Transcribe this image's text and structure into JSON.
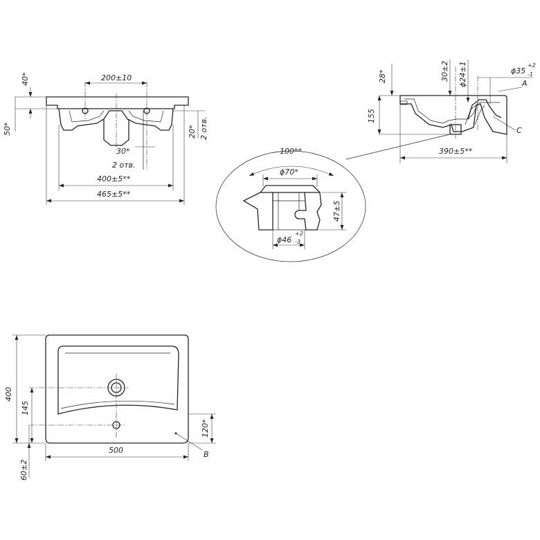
{
  "front_view": {
    "dim_height_40": "40*",
    "dim_height_50": "50*",
    "dim_hole_spacing": "200±10",
    "dim_angle_20": "20*",
    "label_2_holes_right": "2 отв.",
    "dim_angle_30": "30*",
    "label_2_holes_bottom": "2 отв.",
    "dim_width_400": "400±5**",
    "dim_width_465": "465±5**"
  },
  "side_view": {
    "dim_28": "28*",
    "dim_155": "155",
    "dim_30": "30±2",
    "dim_24": "ϕ24±1",
    "dim_35_base": "ϕ35",
    "dim_35_tol_upper": "+2",
    "dim_35_tol_lower": "-1",
    "label_A": "A",
    "label_C": "C",
    "dim_390": "390±5**"
  },
  "detail_view": {
    "dim_100": "100**",
    "dim_70": "ϕ70*",
    "dim_47": "47±5",
    "dim_46_base": "ϕ46",
    "dim_46_tol_upper": "+2",
    "dim_46_tol_lower": "-3"
  },
  "top_view": {
    "dim_400": "400",
    "dim_145": "145",
    "dim_60": "60±2",
    "dim_500": "500",
    "dim_120": "120*",
    "label_B": "B"
  }
}
